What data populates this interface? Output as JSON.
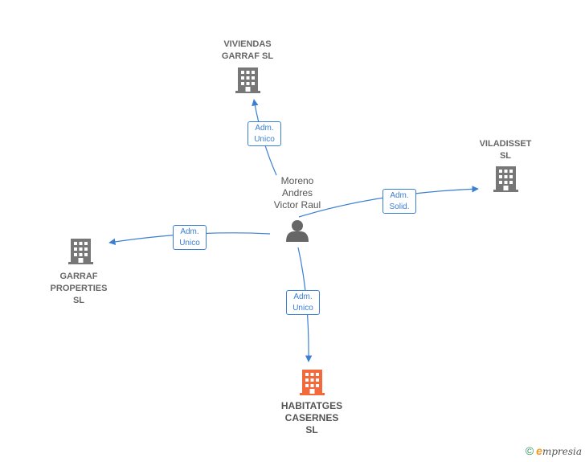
{
  "nodes": {
    "person": {
      "name": "Moreno\nAndres\nVictor Raul",
      "icon": "person-icon"
    },
    "viviendas": {
      "name": "VIVIENDAS\nGARRAF  SL",
      "icon": "building-icon"
    },
    "viladisset": {
      "name": "VILADISSET\nSL",
      "icon": "building-icon"
    },
    "garraf": {
      "name": "GARRAF\nPROPERTIES\nSL",
      "icon": "building-icon"
    },
    "habitatges": {
      "name": "HABITATGES\nCASERNES\nSL",
      "icon": "building-icon"
    }
  },
  "edges": {
    "viviendas": {
      "line1": "Adm.",
      "line2": "Unico"
    },
    "viladisset": {
      "line1": "Adm.",
      "line2": "Solid."
    },
    "garraf": {
      "line1": "Adm.",
      "line2": "Unico"
    },
    "habitatges": {
      "line1": "Adm.",
      "line2": "Unico"
    }
  },
  "colors": {
    "edge": "#3b7fd4",
    "building": "#777777",
    "main_building": "#f26a3c",
    "person": "#666666"
  },
  "footer": {
    "copyright": "©",
    "brand_initial": "e",
    "brand_rest": "mpresia"
  }
}
